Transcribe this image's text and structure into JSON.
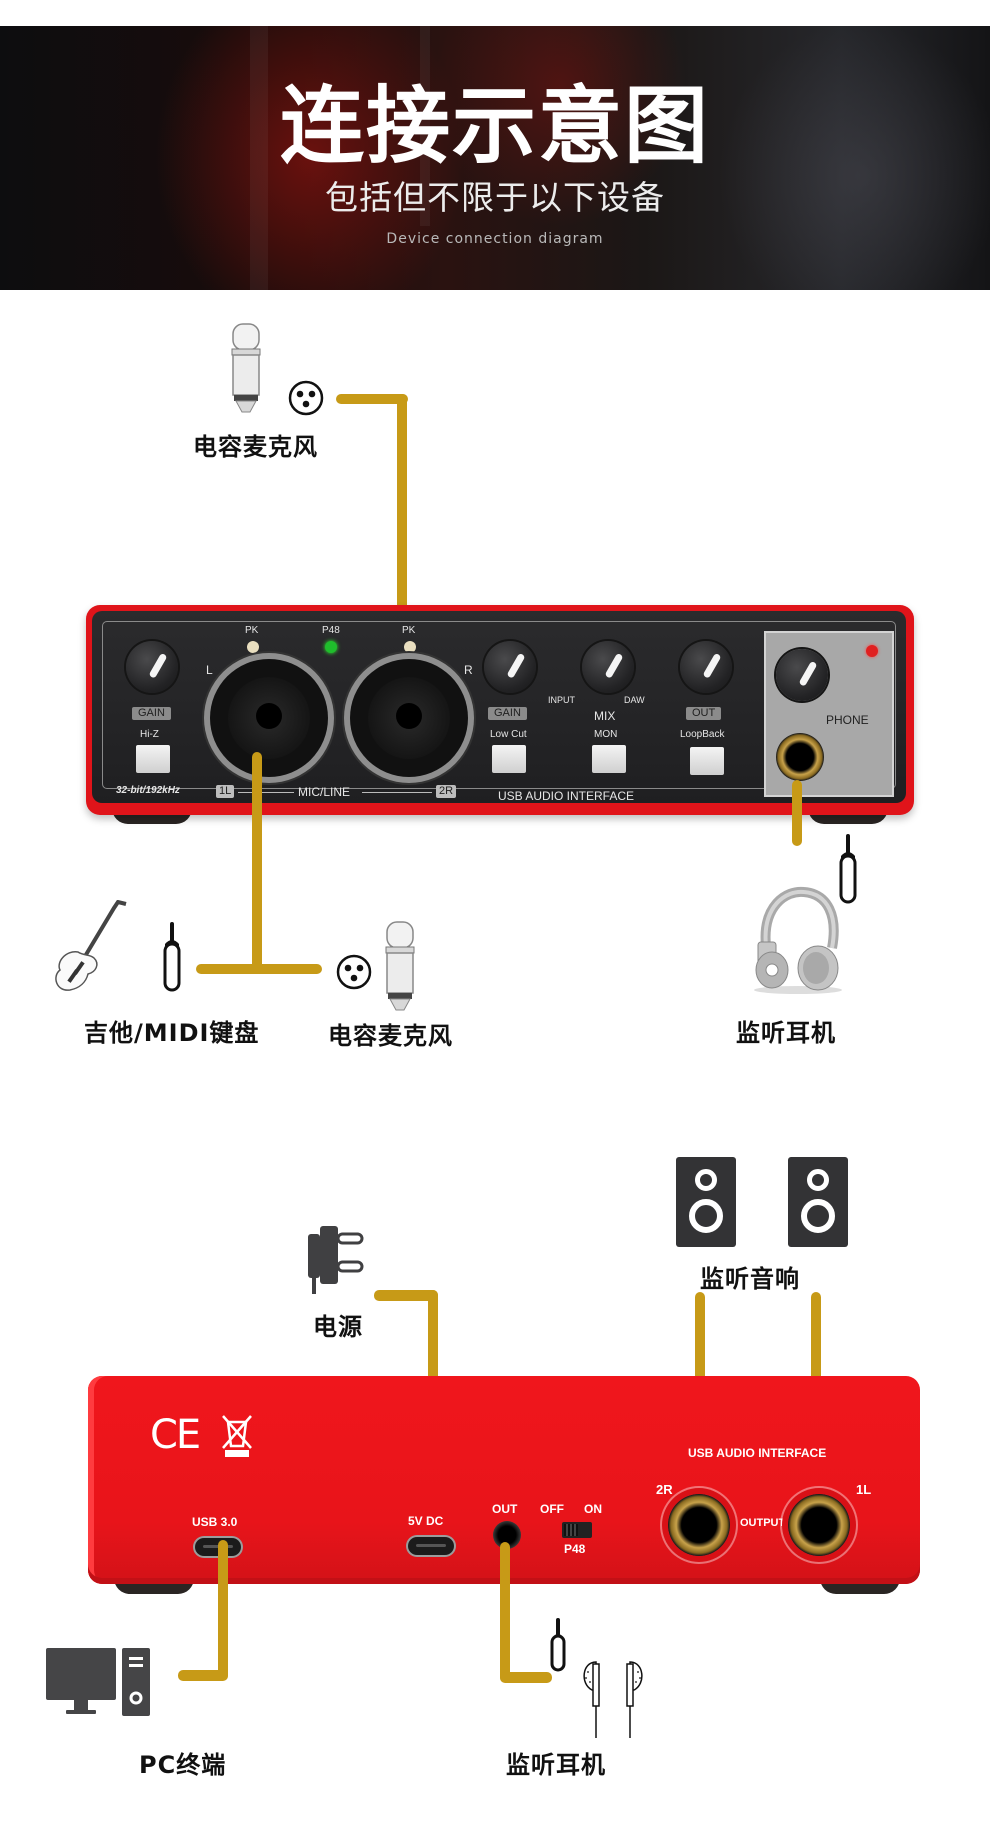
{
  "banner": {
    "title": "连接示意图",
    "subtitle": "包括但不限于以下设备",
    "english": "Device connection diagram"
  },
  "front_section": {
    "top_mic_label": "电容麦克风",
    "guitar_label": "吉他/MIDI键盘",
    "bottom_mic_label": "电容麦克风",
    "headphone_label": "监听耳机"
  },
  "front_panel": {
    "gain_label": "GAIN",
    "hiz_label": "Hi-Z",
    "pk_label": "PK",
    "p48_label": "P48",
    "left_label": "L",
    "right_label": "R",
    "bitrate_label": "32-bit/192kHz",
    "ch1_label": "1L",
    "ch2_label": "2R",
    "mic_line_label": "MIC/LINE",
    "gain2_label": "GAIN",
    "low_cut_label": "Low Cut",
    "input_label": "INPUT",
    "daw_label": "DAW",
    "mix_label": "MIX",
    "mon_label": "MON",
    "out_label": "OUT",
    "loopback_label": "LoopBack",
    "phone_label": "PHONE",
    "interface_label": "USB AUDIO INTERFACE"
  },
  "back_section": {
    "power_label": "电源",
    "speakers_label": "监听音响",
    "pc_label": "PC终端",
    "earphone_label": "监听耳机"
  },
  "back_panel": {
    "ce_mark": "CE",
    "usb_label": "USB 3.0",
    "dc_label": "5V DC",
    "out_label": "OUT",
    "off_label": "OFF",
    "on_label": "ON",
    "p48_label": "P48",
    "interface_label": "USB AUDIO INTERFACE",
    "ch2_label": "2R",
    "ch1_label": "1L",
    "output_label": "OUTPUT"
  },
  "colors": {
    "cable": "#c79a17",
    "device_red": "#e8141a",
    "panel_dark": "#232325"
  }
}
